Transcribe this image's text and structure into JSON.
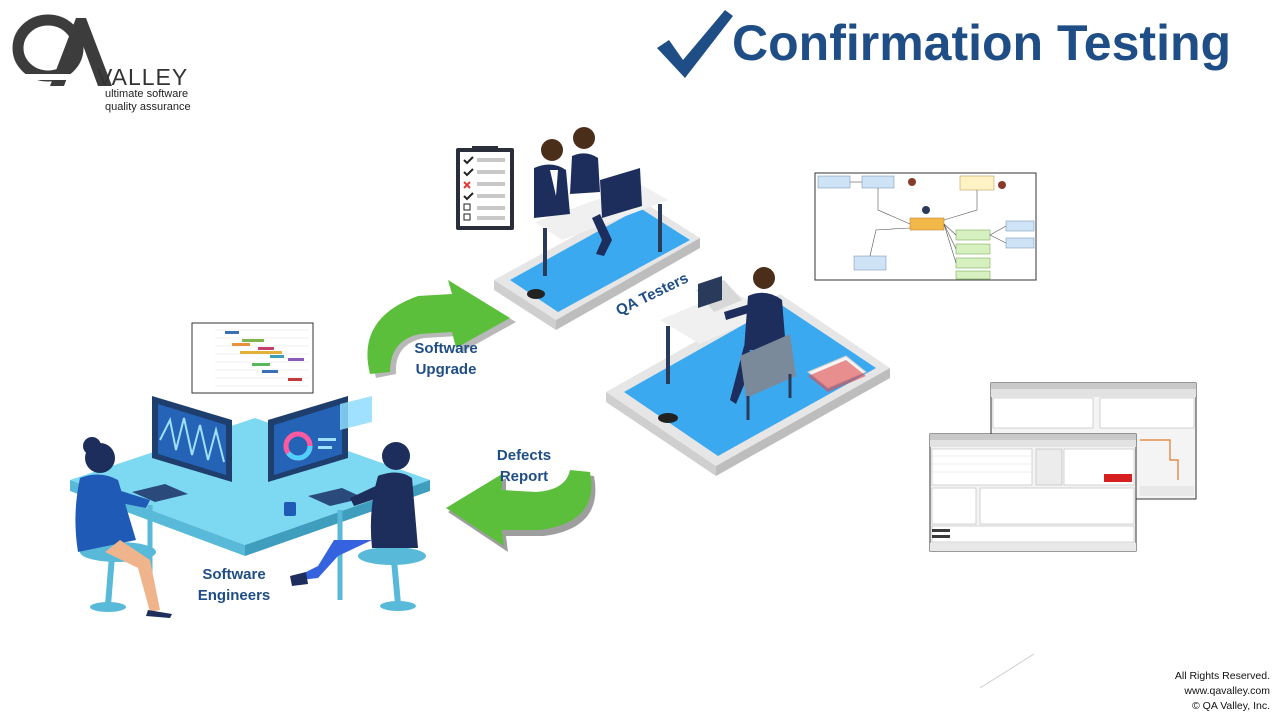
{
  "header": {
    "title": "Confirmation Testing"
  },
  "logo": {
    "valley": "VALLEY",
    "tagline_1": "ultimate software",
    "tagline_2": "quality assurance"
  },
  "labels": {
    "software_engineers_1": "Software",
    "software_engineers_2": "Engineers",
    "software_upgrade_1": "Software",
    "software_upgrade_2": "Upgrade",
    "defects_report_1": "Defects",
    "defects_report_2": "Report",
    "qa_testers": "QA Testers"
  },
  "footer": {
    "line1": "All Rights Reserved.",
    "line2": "www.qavalley.com",
    "line3": "© QA Valley, Inc."
  },
  "colors": {
    "title": "#1f4e86",
    "platform": "#3aa9f0",
    "arrow_green": "#5bbf3c",
    "arrow_gray": "#9e9e9e"
  }
}
